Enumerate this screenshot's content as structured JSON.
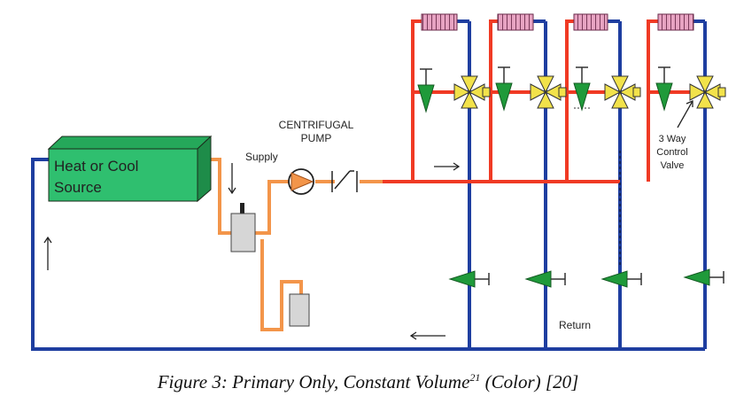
{
  "diagram": {
    "source_line1": "Heat or Cool",
    "source_line2": "Source",
    "supply_label": "Supply",
    "pump_line1": "CENTRIFUGAL",
    "pump_line2": "PUMP",
    "valve_line1": "3 Way",
    "valve_line2": "Control",
    "valve_line3": "Valve",
    "return_label": "Return"
  },
  "colors": {
    "supply_pipe": "#f03a24",
    "return_pipe": "#1e3ea0",
    "expansion_pipe": "#f3954a",
    "source_box": "#2fbf6f",
    "valve_green": "#1f9a3a",
    "valve_yellow": "#f2e24a",
    "coil_fill": "#e7a3c2"
  },
  "icons": [
    "heat-source-box",
    "centrifugal-pump-icon",
    "check-valve-icon",
    "air-separator-icon",
    "expansion-tank-icon",
    "coil-icon",
    "three-way-valve-icon",
    "balancing-valve-icon",
    "flow-arrow-icon"
  ],
  "caption": {
    "prefix": "Figure 3: Primary Only, Constant Volume",
    "superscript": "21",
    "suffix": " (Color) [20]"
  }
}
